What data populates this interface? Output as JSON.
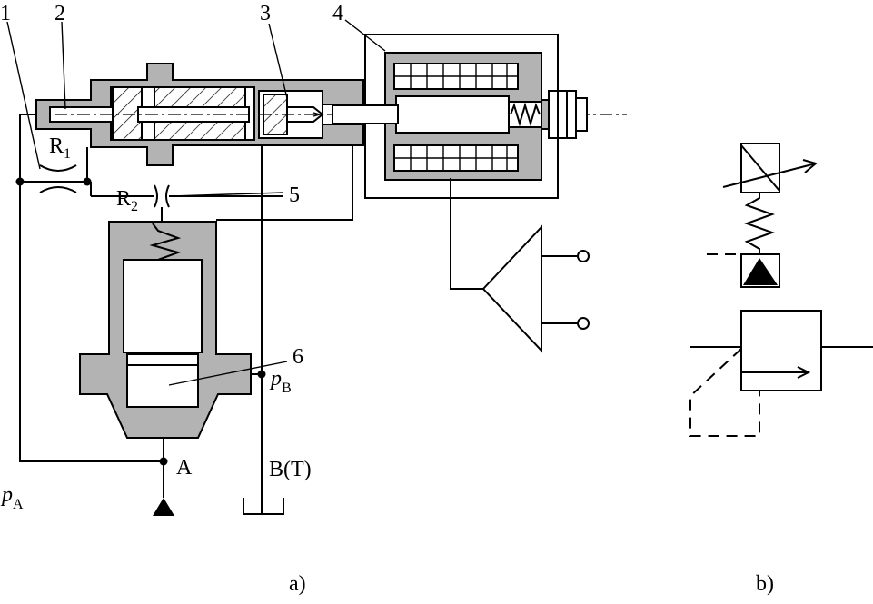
{
  "labels": {
    "n1": "1",
    "n2": "2",
    "n3": "3",
    "n4": "4",
    "n5": "5",
    "n6": "6",
    "r1_main": "R",
    "r1_sub": "1",
    "r2_main": "R",
    "r2_sub": "2",
    "pb_main": "p",
    "pb_sub": "B",
    "pa_main": "p",
    "pa_sub": "A",
    "port_a": "A",
    "port_b": "B(T)",
    "caption_a": "a)",
    "caption_b": "b)"
  }
}
